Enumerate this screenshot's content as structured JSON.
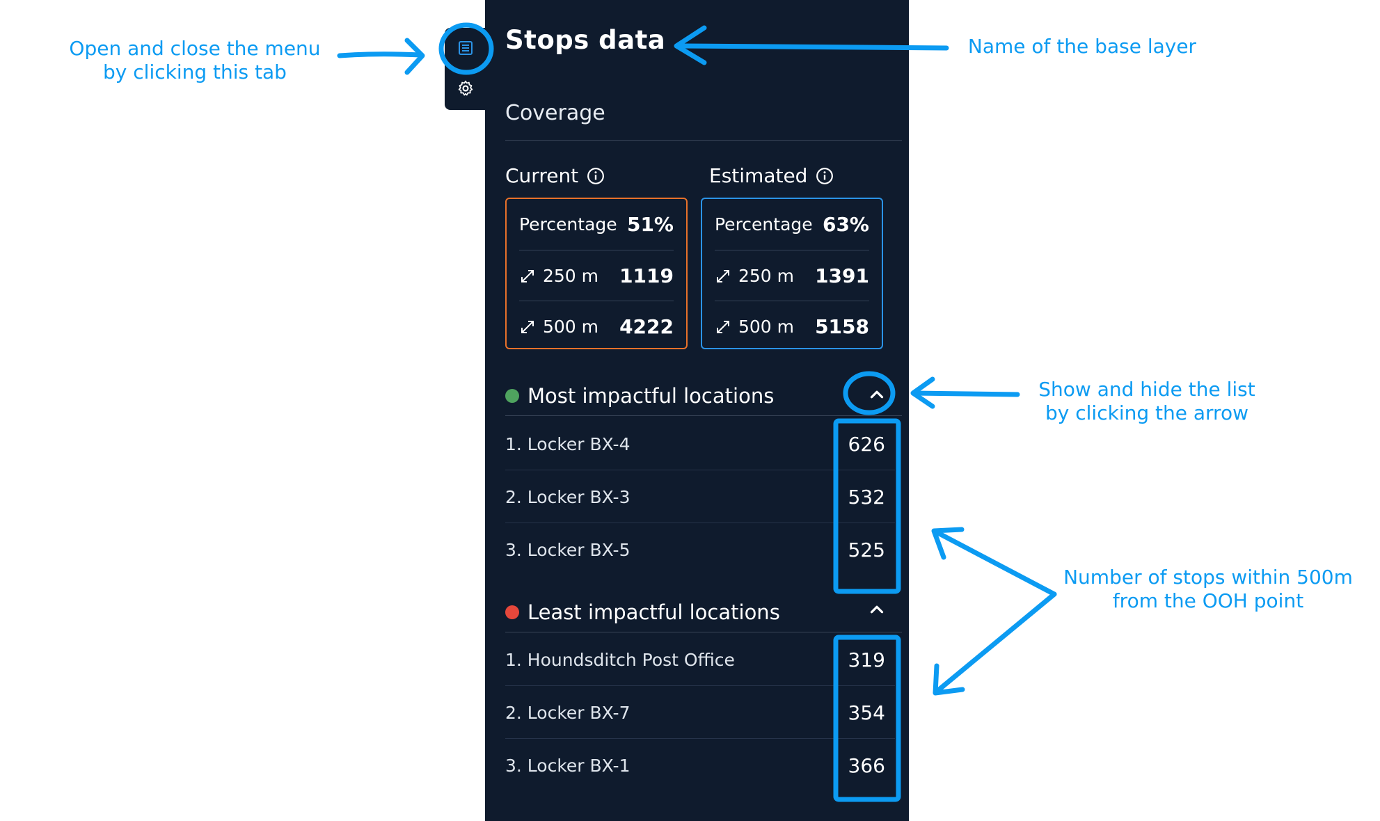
{
  "panel": {
    "title": "Stops data",
    "coverage_label": "Coverage",
    "current": {
      "label": "Current",
      "rows": [
        {
          "label": "Percentage",
          "value": "51%"
        },
        {
          "label": "250 m",
          "value": "1119"
        },
        {
          "label": "500 m",
          "value": "4222"
        }
      ]
    },
    "estimated": {
      "label": "Estimated",
      "rows": [
        {
          "label": "Percentage",
          "value": "63%"
        },
        {
          "label": "250 m",
          "value": "1391"
        },
        {
          "label": "500 m",
          "value": "5158"
        }
      ]
    },
    "most_impactful": {
      "title": "Most impactful locations",
      "items": [
        {
          "name": "1. Locker BX-4",
          "value": "626"
        },
        {
          "name": "2. Locker BX-3",
          "value": "532"
        },
        {
          "name": "3. Locker BX-5",
          "value": "525"
        }
      ]
    },
    "least_impactful": {
      "title": "Least impactful locations",
      "items": [
        {
          "name": "1. Houndsditch Post Office",
          "value": "319"
        },
        {
          "name": "2. Locker BX-7",
          "value": "354"
        },
        {
          "name": "3. Locker BX-1",
          "value": "366"
        }
      ]
    }
  },
  "annotations": {
    "menu_tab_line1": "Open and close the menu",
    "menu_tab_line2": "by clicking this tab",
    "base_layer": "Name of the base layer",
    "arrow_line1": "Show and hide the list",
    "arrow_line2": "by clicking the arrow",
    "stops_line1": "Number of stops within 500m",
    "stops_line2": "from the OOH point"
  },
  "icons": {
    "tab_list": "list-icon",
    "tab_settings": "gear-icon",
    "info": "info-icon",
    "distance": "expand-arrows-icon",
    "toggle": "chevron-up-icon"
  },
  "colors": {
    "panel_bg": "#0f1b2d",
    "current_border": "#e8712a",
    "estimated_border": "#2b93e6",
    "most_dot": "#4fa35f",
    "least_dot": "#e5473b",
    "annotation": "#0c9bf2"
  }
}
